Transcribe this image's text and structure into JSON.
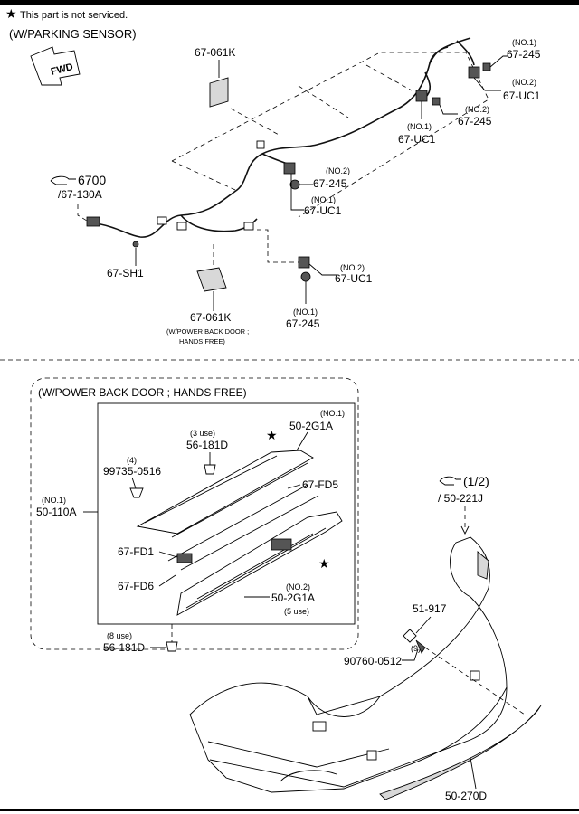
{
  "note": "This part is not serviced.",
  "note_symbol": "★",
  "upper": {
    "title": "(W/PARKING SENSOR)",
    "fwd": "FWD",
    "ref_main": "6700",
    "ref_sub": "/67-130A",
    "labels": {
      "k061_top": "67-061K",
      "p245_a_no": "(NO.1)",
      "p245_a": "67-245",
      "uc1_a_no": "(NO.2)",
      "uc1_a": "67-UC1",
      "p245_b_no": "(NO.2)",
      "p245_b": "67-245",
      "uc1_b_no": "(NO.1)",
      "uc1_b": "67-UC1",
      "p245_c_no": "(NO.2)",
      "p245_c": "67-245",
      "uc1_c_no": "(NO.1)",
      "uc1_c": "67-UC1",
      "sh1": "67-SH1",
      "uc1_d_no": "(NO.2)",
      "uc1_d": "67-UC1",
      "p245_d_no": "(NO.1)",
      "p245_d": "67-245",
      "k061_bot": "67-061K",
      "k061_bot_cond1": "(W/POWER BACK DOOR ;",
      "k061_bot_cond2": "HANDS FREE)"
    }
  },
  "lower": {
    "box_title": "(W/POWER BACK DOOR ; HANDS FREE)",
    "ref_main": "(1/2)",
    "ref_sub": "/ 50-221J",
    "labels": {
      "g1a_top_no": "(NO.1)",
      "g1a_top": "50-2G1A",
      "use3": "(3 use)",
      "d181_top": "56-181D",
      "qty4": "(4)",
      "p99735": "99735-0516",
      "a110_no": "(NO.1)",
      "a110": "50-110A",
      "fd5": "67-FD5",
      "fd1": "67-FD1",
      "fd6": "67-FD6",
      "g1a_bot_no": "(NO.2)",
      "g1a_bot": "50-2G1A",
      "use5": "(5 use)",
      "use8": "(8 use)",
      "d181_bot": "56-181D",
      "p917": "51-917",
      "qty9": "(9)",
      "p90760": "90760-0512",
      "d270": "50-270D"
    }
  }
}
